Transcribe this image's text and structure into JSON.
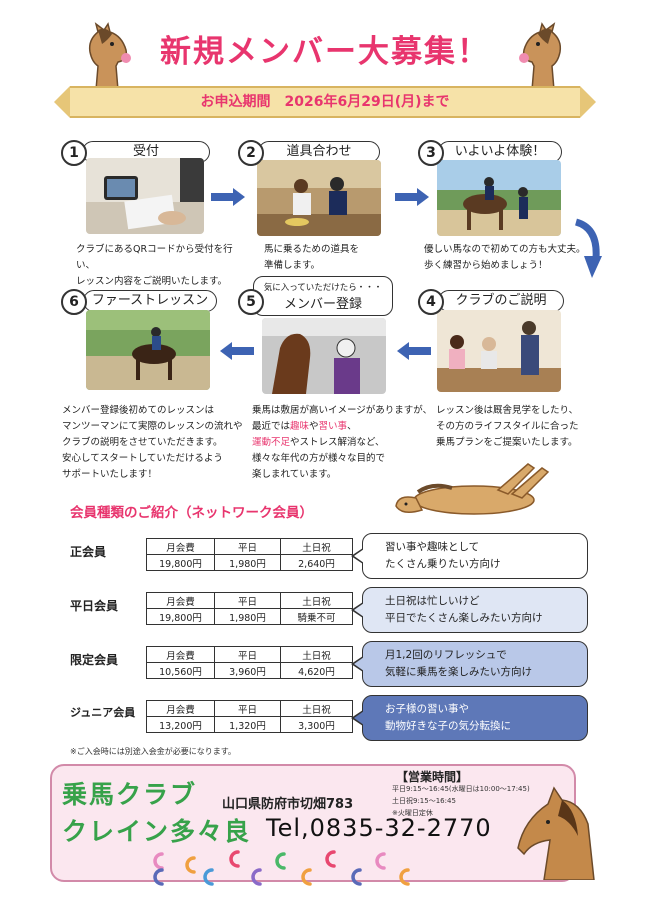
{
  "header": {
    "title": "新規メンバー大募集！",
    "deadline": "お申込期間　2026年6月29日(月)まで"
  },
  "steps": [
    {
      "num": "1",
      "label": "受付",
      "desc": [
        "クラブにあるQRコードから受付を行い、",
        "レッスン内容をご説明いたします。"
      ]
    },
    {
      "num": "2",
      "label": "道具合わせ",
      "desc": [
        "馬に乗るための道具を",
        "準備します。"
      ]
    },
    {
      "num": "3",
      "label": "いよいよ体験！",
      "desc": [
        "優しい馬なので初めての方も大丈夫。",
        "歩く練習から始めましょう！"
      ]
    },
    {
      "num": "4",
      "label": "クラブのご説明",
      "desc": [
        "レッスン後は厩舎見学をしたり、",
        "その方のライフスタイルに合った",
        "乗馬プランをご提案いたします。"
      ]
    },
    {
      "num": "5",
      "label": "メンバー登録",
      "sub": "気に入っていただけたら・・・",
      "desc": [
        "乗馬は敷居が高いイメージがありますが、",
        "最近では",
        "趣味",
        "や",
        "習い事",
        "、",
        "運動不足",
        "やストレス解消など、",
        "様々な年代の方が様々な目的で",
        "楽しまれています。"
      ]
    },
    {
      "num": "6",
      "label": "ファーストレッスン",
      "desc": [
        "メンバー登録後初めてのレッスンは",
        "マンツーマンにて実際のレッスンの流れや",
        "クラブの説明をさせていただきます。",
        "安心してスタートしていただけるよう",
        "サポートいたします！"
      ]
    }
  ],
  "membership": {
    "title": "会員種類のご紹介（ネットワーク会員）",
    "headers": [
      "月会費",
      "平日",
      "土日祝"
    ],
    "types": [
      {
        "name": "正会員",
        "fee": "19,800円",
        "weekday": "1,980円",
        "weekend": "2,640円",
        "comment": [
          "習い事や趣味として",
          "たくさん乗りたい方向け"
        ],
        "color": "#ffffff"
      },
      {
        "name": "平日会員",
        "fee": "19,800円",
        "weekday": "1,980円",
        "weekend": "騎乗不可",
        "comment": [
          "土日祝は忙しいけど",
          "平日でたくさん楽しみたい方向け"
        ],
        "color": "#dfe6f4"
      },
      {
        "name": "限定会員",
        "fee": "10,560円",
        "weekday": "3,960円",
        "weekend": "4,620円",
        "comment": [
          "月1,2回のリフレッシュで",
          "気軽に乗馬を楽しみたい方向け"
        ],
        "color": "#b9c8e8"
      },
      {
        "name": "ジュニア会員",
        "fee": "13,200円",
        "weekday": "1,320円",
        "weekend": "3,300円",
        "comment": [
          "お子様の習い事や",
          "動物好きな子の気分転換に"
        ],
        "color": "#5e78b8"
      }
    ],
    "note": "※ご入会時には別途入会金が必要になります。"
  },
  "footer": {
    "club_line1": "乗馬クラブ",
    "club_line2": "クレイン多々良",
    "address": "山口県防府市切畑783",
    "tel": "Tel,0835-32-2770",
    "hours_title": "【営業時間】",
    "hours": [
      "平日9:15～16:45(水曜日は10:00～17:45)",
      "土日祝9:15～16:45",
      "※火曜日定休"
    ]
  },
  "colors": {
    "accent": "#e8356e",
    "green": "#37a24a",
    "arrow": "#3d63b3"
  }
}
